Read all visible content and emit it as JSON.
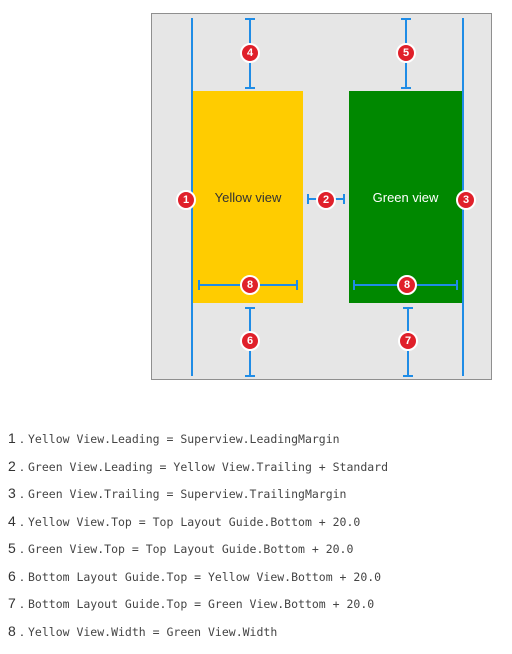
{
  "views": {
    "yellow_label": "Yellow view",
    "green_label": "Green view",
    "yellow_color": "#ffcc00",
    "green_color": "#008800"
  },
  "badges": [
    "1",
    "2",
    "3",
    "4",
    "5",
    "6",
    "7",
    "8"
  ],
  "constraints": [
    {
      "num": "1",
      "text": "Yellow View.Leading = Superview.LeadingMargin"
    },
    {
      "num": "2",
      "text": "Green View.Leading = Yellow View.Trailing + Standard"
    },
    {
      "num": "3",
      "text": "Green View.Trailing = Superview.TrailingMargin"
    },
    {
      "num": "4",
      "text": "Yellow View.Top = Top Layout Guide.Bottom + 20.0"
    },
    {
      "num": "5",
      "text": "Green View.Top = Top Layout Guide.Bottom + 20.0"
    },
    {
      "num": "6",
      "text": "Bottom Layout Guide.Top = Yellow View.Bottom + 20.0"
    },
    {
      "num": "7",
      "text": "Bottom Layout Guide.Top = Green View.Bottom + 20.0"
    },
    {
      "num": "8",
      "text": "Yellow View.Width = Green View.Width"
    }
  ],
  "colors": {
    "guide": "#1f8ce6",
    "badge": "#e0202a"
  }
}
